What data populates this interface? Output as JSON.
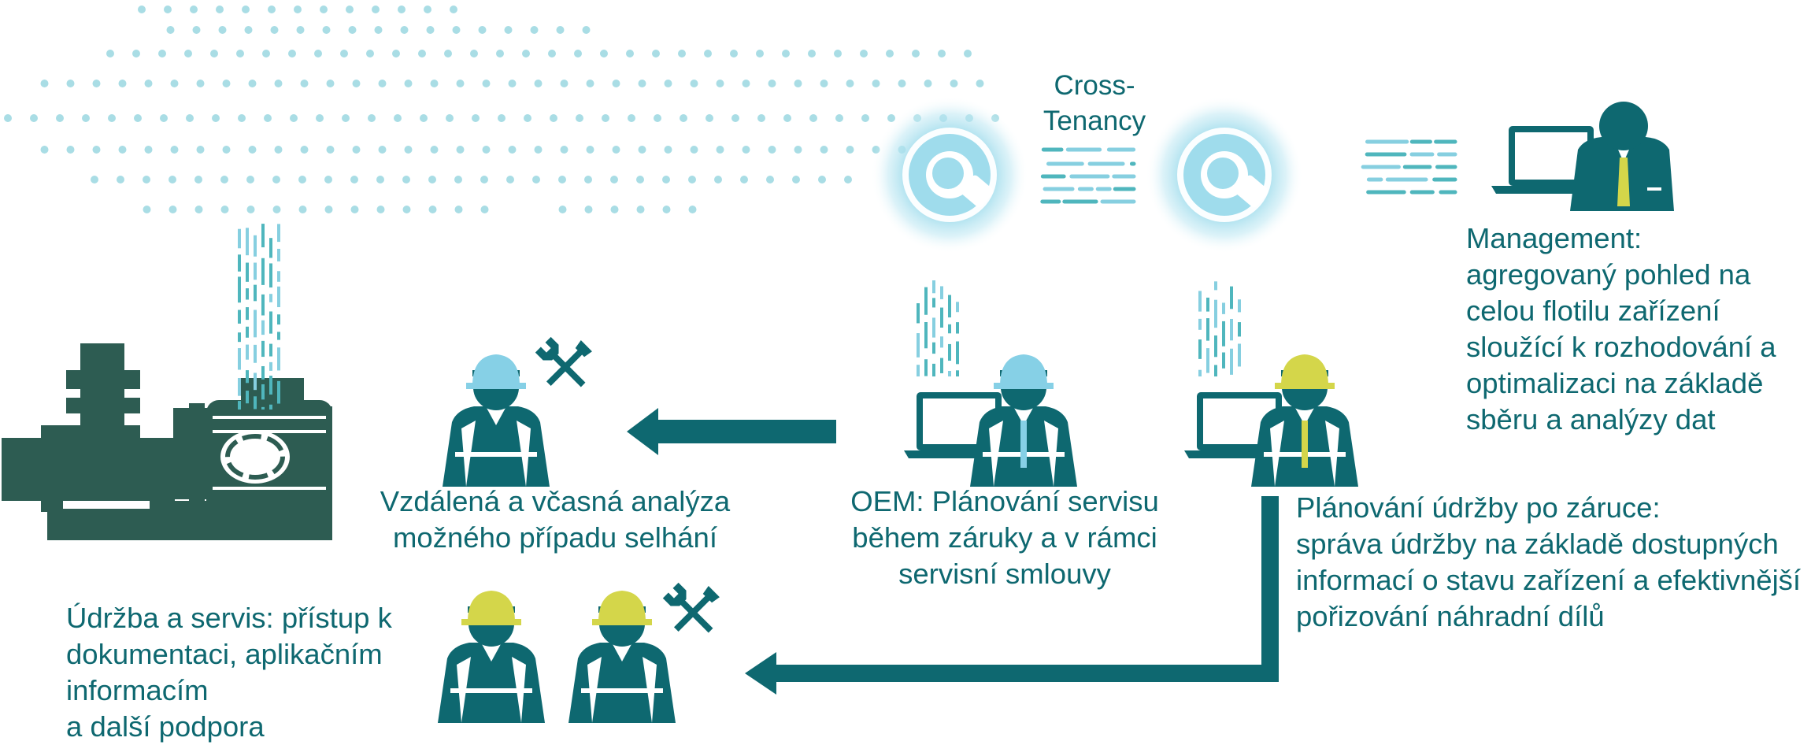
{
  "colors": {
    "teal_dark": "#0e6870",
    "teal_light": "#86cfe0",
    "teal_mid": "#4fb6bd",
    "dots": "#a9dde5",
    "machine": "#2d5c52",
    "helmet_blue": "#86d0e6",
    "helmet_yellow": "#d4d64a",
    "glow": "#9fdcec"
  },
  "labels": {
    "cross_tenancy": "Cross-\nTenancy",
    "management": "Management:\nagregovaný pohled  na\ncelou flotilu zařízení\nsloužící k rozhodování a\noptimalizaci na základě\nsběru a analýzy dat",
    "remote_analysis": "Vzdálená a včasná analýza\nmožného případu selhání",
    "oem": "OEM: Plánování servisu\nběhem záruky a v rámci\nservisní smlouvy",
    "post_warranty": "Plánování údržby po záruce:\nspráva údržby na základě dostupných\ninformací o stavu zařízení a efektivnější\npořizování náhradní dílů",
    "maintenance": "Údržba a servis: přístup k\ndokumentaci, aplikačním\ninformacím\na další podpora"
  },
  "icons": [
    "cloud-dots",
    "pump-icon",
    "data-stream-icon",
    "cloud-analytics-icon",
    "worker-helmet-icon",
    "tools-icon",
    "laptop-icon",
    "manager-icon",
    "arrow-left-icon"
  ]
}
